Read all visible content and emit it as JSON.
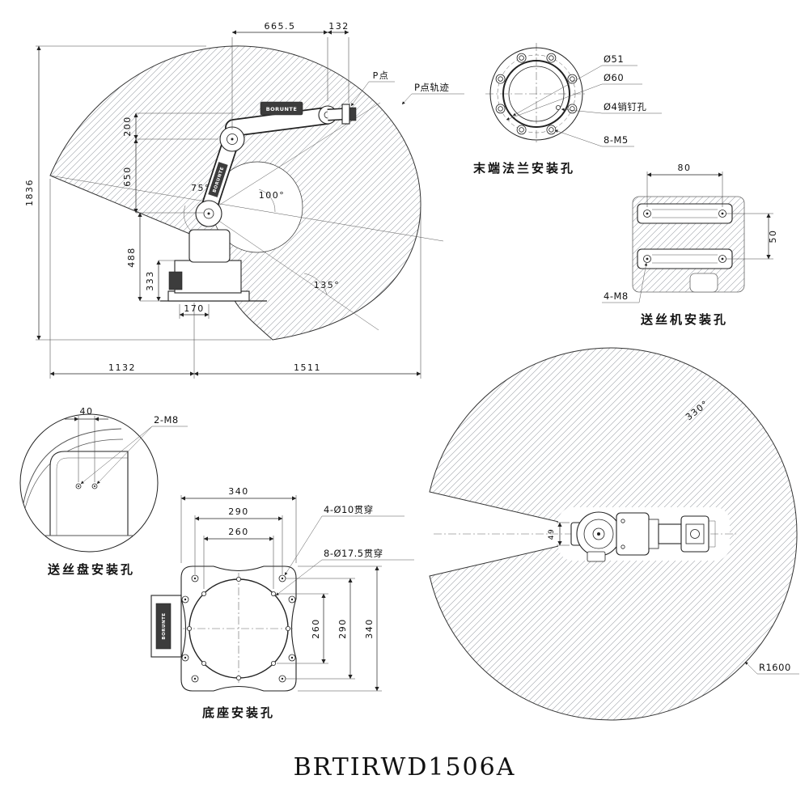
{
  "title": "BRTIRWD1506A",
  "robot": {
    "logo": "BORUNTE"
  },
  "colors": {
    "line": "#222222",
    "hatch": "#9aa0a6"
  },
  "side_view": {
    "p_point": "P点",
    "p_traj": "P点轨迹",
    "dim_665": "665.5",
    "dim_132": "132",
    "dim_1836": "1836",
    "dim_200": "200",
    "dim_650": "650",
    "dim_488": "488",
    "dim_333": "333",
    "dim_170": "170",
    "dim_1132": "1132",
    "dim_1511": "1511",
    "ang_75": "75°",
    "ang_100": "100°",
    "ang_135": "135°"
  },
  "flange": {
    "caption": "末端法兰安装孔",
    "dia_51": "Ø51",
    "dia_60": "Ø60",
    "pin_hole": "Ø4销钉孔",
    "bolts": "8-M5"
  },
  "feeder": {
    "caption": "送丝机安装孔",
    "dim_80": "80",
    "dim_50": "50",
    "bolts": "4-M8"
  },
  "spool": {
    "caption": "送丝盘安装孔",
    "dim_40": "40",
    "bolts": "2-M8"
  },
  "base": {
    "caption": "底座安装孔",
    "dim_340_top": "340",
    "dim_290_top": "290",
    "dim_260_top": "260",
    "holes_10": "4-Ø10贯穿",
    "holes_175": "8-Ø17.5贯穿",
    "dim_260_right": "260",
    "dim_290_right": "290",
    "dim_340_right": "340"
  },
  "top_view": {
    "ang_330": "330°",
    "dim_49": "49",
    "radius": "R1600"
  }
}
